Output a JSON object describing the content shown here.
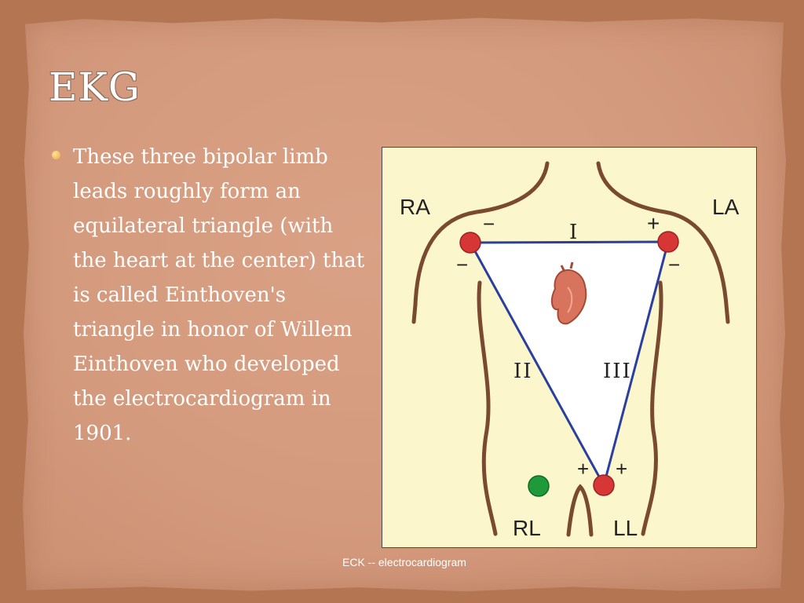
{
  "slide": {
    "title": "EKG",
    "bullet": "These three bipolar limb leads roughly form an equilateral triangle (with the heart at the center) that is called Einthoven's triangle in honor of Willem Einthoven who developed the electrocardiogram in 1901.",
    "footer": "ECK -- electrocardiogram"
  },
  "diagram": {
    "labels": {
      "ra": "RA",
      "la": "LA",
      "rl": "RL",
      "ll": "LL",
      "lead_1": "I",
      "lead_2": "II",
      "lead_3": "III",
      "ra_sign_top": "−",
      "ra_sign_bottom": "−",
      "la_sign_top": "+",
      "la_sign_bottom": "−",
      "ll_sign_left": "+",
      "ll_sign_right": "+"
    },
    "colors": {
      "background": "#fbf6cb",
      "body_outline": "#7a4a30",
      "triangle_line": "#2a3f9e",
      "electrode_red": "#d63636",
      "electrode_green": "#1e9a3a",
      "heart": "#d8745e"
    }
  }
}
